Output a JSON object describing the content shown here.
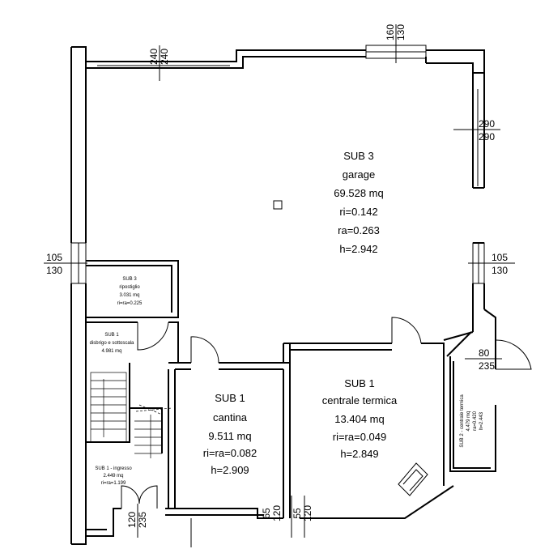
{
  "rooms": {
    "garage": [
      "SUB 3",
      "garage",
      "69.528 mq",
      "ri=0.142",
      "ra=0.263",
      "h=2.942"
    ],
    "ripostiglio": [
      "SUB 3",
      "ripostiglio",
      "3.031 mq",
      "ri=ra=0.225"
    ],
    "disbrigo": [
      "SUB 1",
      "disbrigo e sottoscala",
      "4.981 mq"
    ],
    "cantina": [
      "SUB 1",
      "cantina",
      "9.511 mq",
      "ri=ra=0.082",
      "h=2.909"
    ],
    "centrale": [
      "SUB 1",
      "centrale termica",
      "13.404 mq",
      "ri=ra=0.049",
      "h=2.849"
    ],
    "ingresso": [
      "SUB 1 - ingresso",
      "2.449 mq",
      "ri=ra=1.199"
    ],
    "sub2": [
      "SUB 2 - centrale termica",
      "4.479 mq",
      "ra=0.420",
      "h=2.443"
    ]
  },
  "dimensions": {
    "top_left": [
      "240",
      "240"
    ],
    "top_right": [
      "160",
      "130"
    ],
    "right_upper": [
      "290",
      "290"
    ],
    "left_mid": [
      "105",
      "130"
    ],
    "right_mid": [
      "105",
      "130"
    ],
    "right_side": [
      "80",
      "235"
    ],
    "bottom_1": [
      "120",
      "235"
    ],
    "bottom_2": [
      "65",
      "120"
    ],
    "bottom_3": [
      "55",
      "120"
    ]
  }
}
